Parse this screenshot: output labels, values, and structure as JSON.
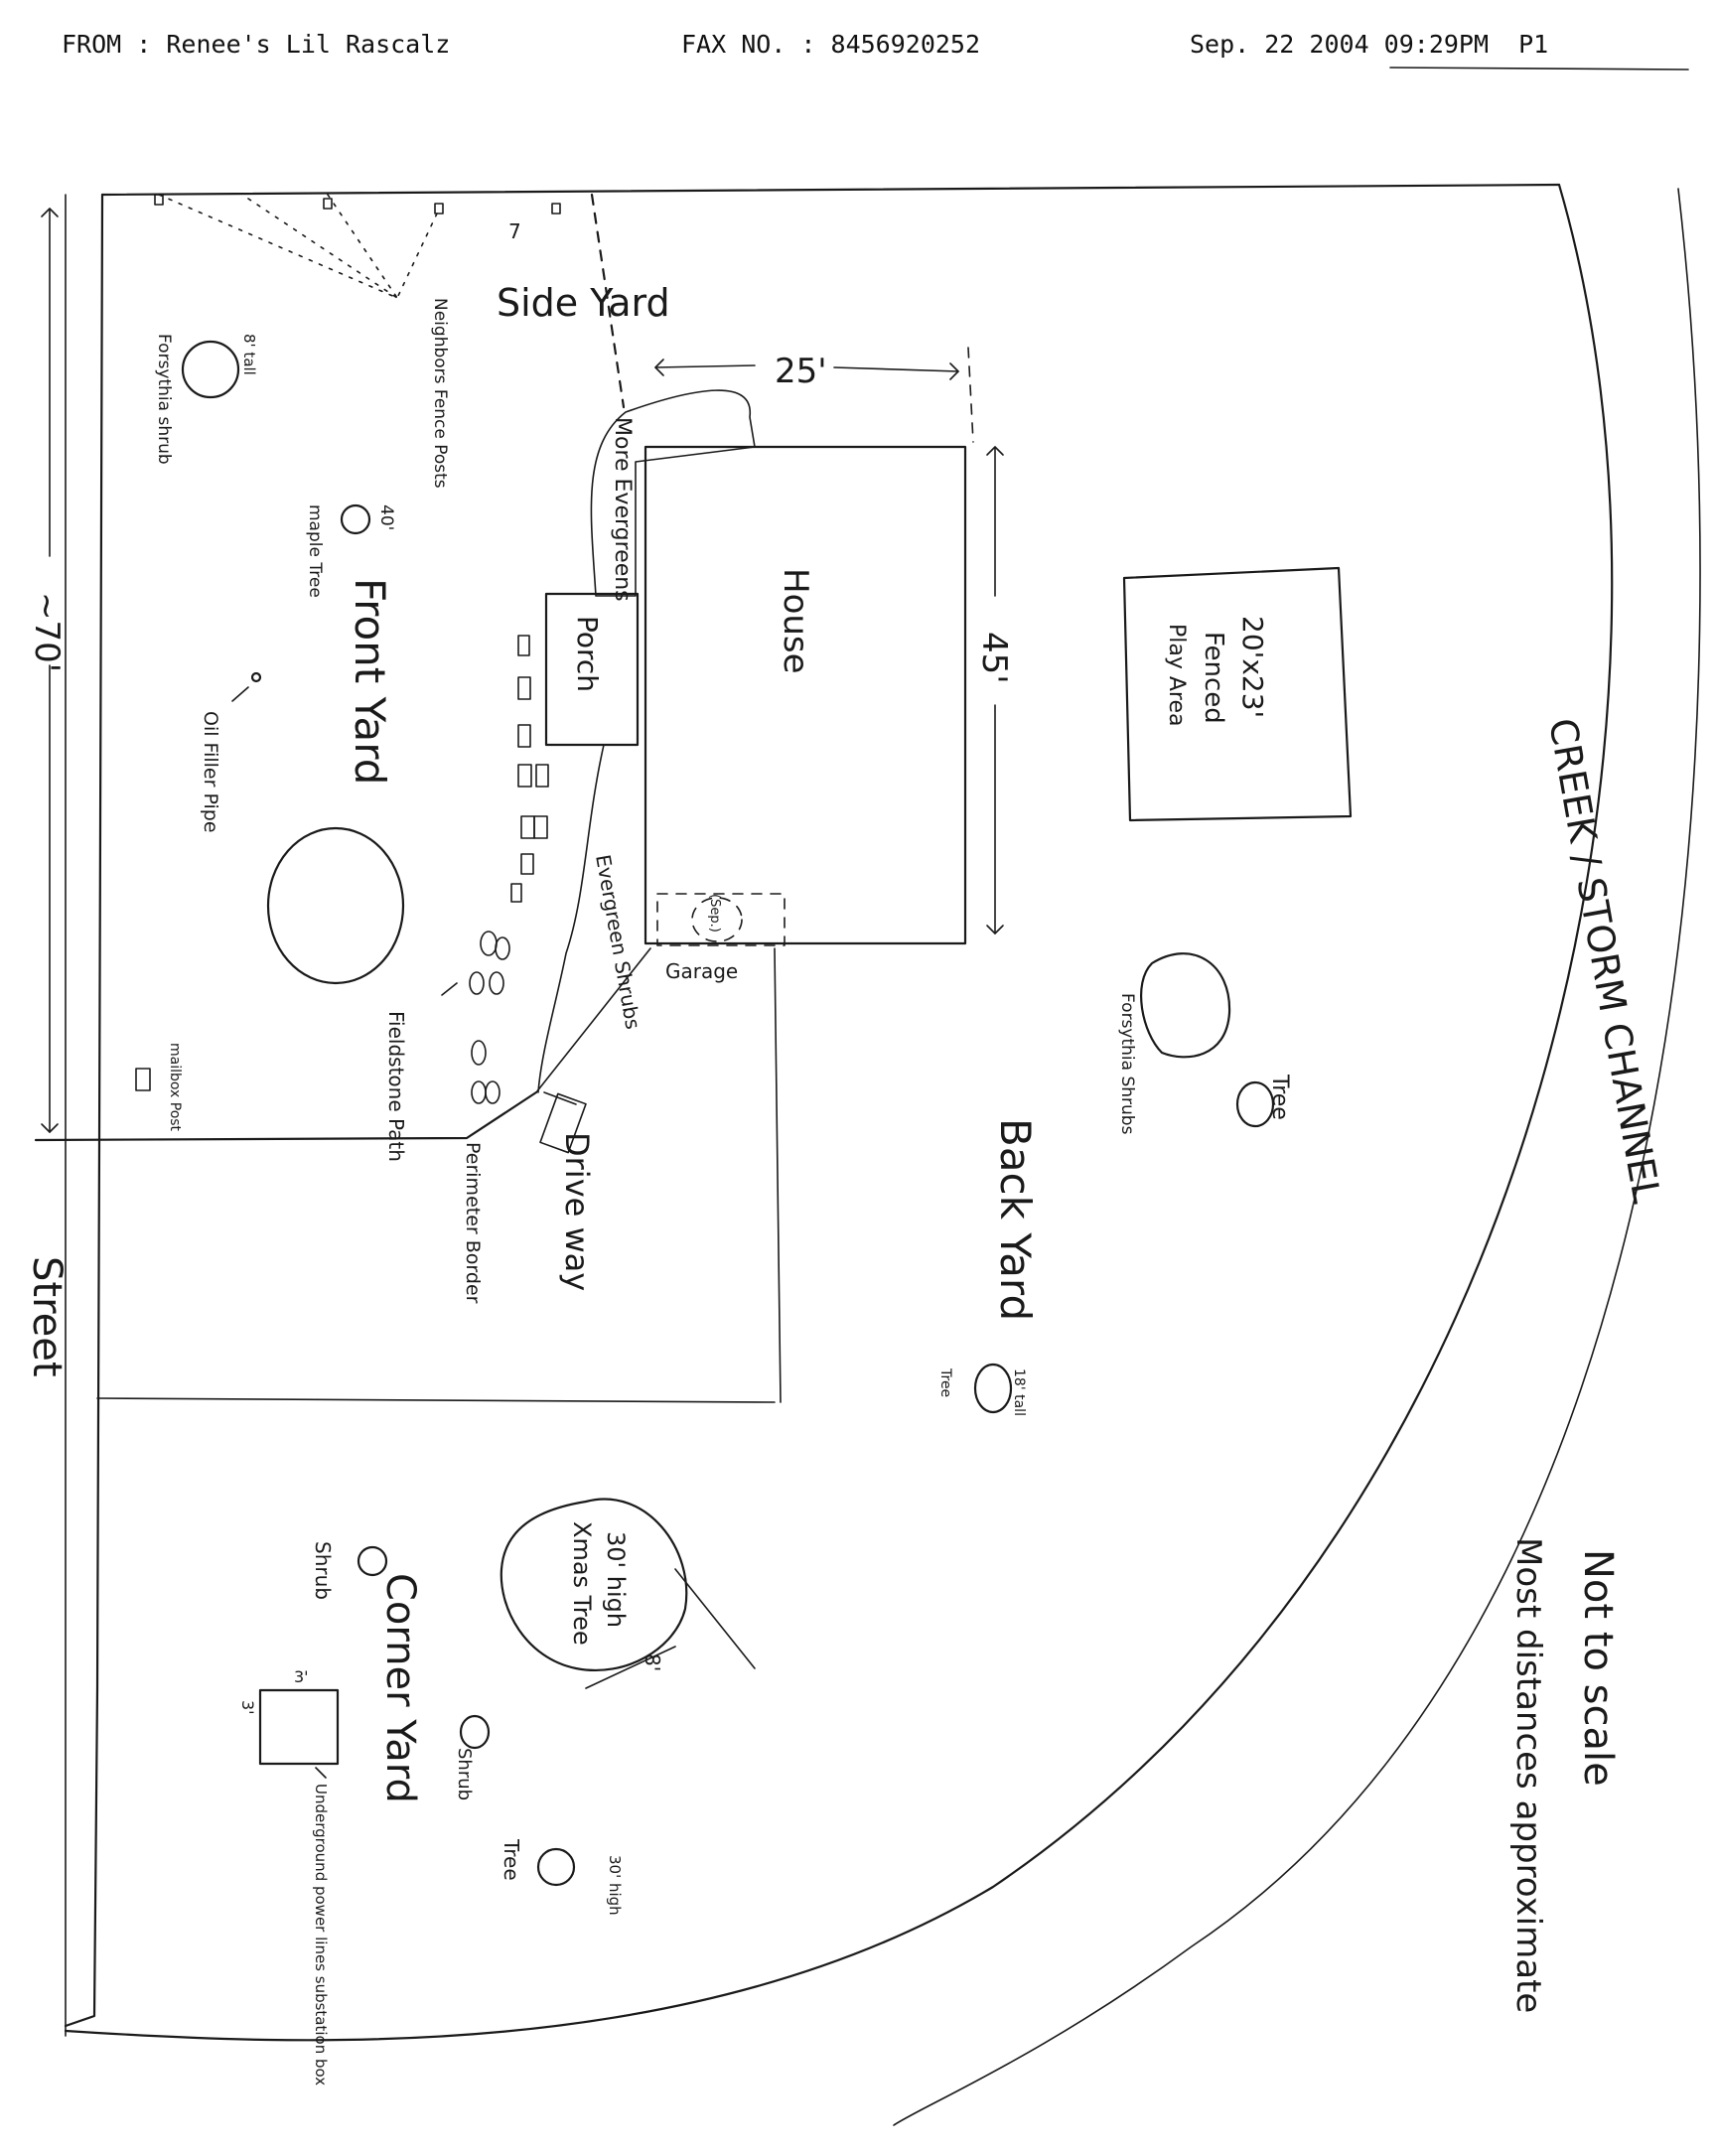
{
  "fax_header": {
    "from": "FROM : Renee's Lil Rascalz",
    "fax_no": "FAX NO. : 8456920252",
    "date_page": "Sep. 22 2004 09:29PM  P1"
  },
  "labels": {
    "side_yard": "Side Yard",
    "dim_25": "25'",
    "more_evergreens": "More Evergreens",
    "house": "House",
    "dim_45": "45'",
    "porch": "Porch",
    "garage": "Garage",
    "garage_inner": "(Sep.)",
    "neighbors_fence_posts": "Neighbors Fence Posts",
    "forsythia_shrub_left": "Forsythia shrub",
    "tall_8": "8' tall",
    "maple_tree": "maple Tree",
    "maple_height": "40'",
    "front_yard": "Front Yard",
    "oil_filler_pipe": "Oil Filler Pipe",
    "dim_70": "~70'",
    "evergreen_shrubs": "Evergreen Shrubs",
    "fieldstone_path": "Fieldstone Path",
    "mailbox_post": "mailbox Post",
    "perimeter_border": "Perimeter Border",
    "driveway": "Drive way",
    "street": "Street",
    "play_area_size": "20'x23'",
    "play_area_fenced": "Fenced",
    "play_area_name": "Play Area",
    "forsythia_shrubs_right": "Forsythia Shrubs",
    "tree_right": "Tree",
    "creek": "CREEK / STORM CHANNEL",
    "back_yard": "Back Yard",
    "tree_back": "Tree",
    "tree_back_height": "18' tall",
    "xmas_height": "30' high",
    "xmas_tree": "Xmas Tree",
    "dim_8": "8'",
    "shrub_corner": "Shrub",
    "corner_yard": "Corner Yard",
    "dim_3_top": "3'",
    "dim_3_side": "3'",
    "power_box": "Underground power lines substation box",
    "shrub_small": "Shrub",
    "tree_corner": "Tree",
    "tree_corner_height": "30' high",
    "not_to_scale": "Not to scale",
    "distances": "Most distances approximate"
  }
}
